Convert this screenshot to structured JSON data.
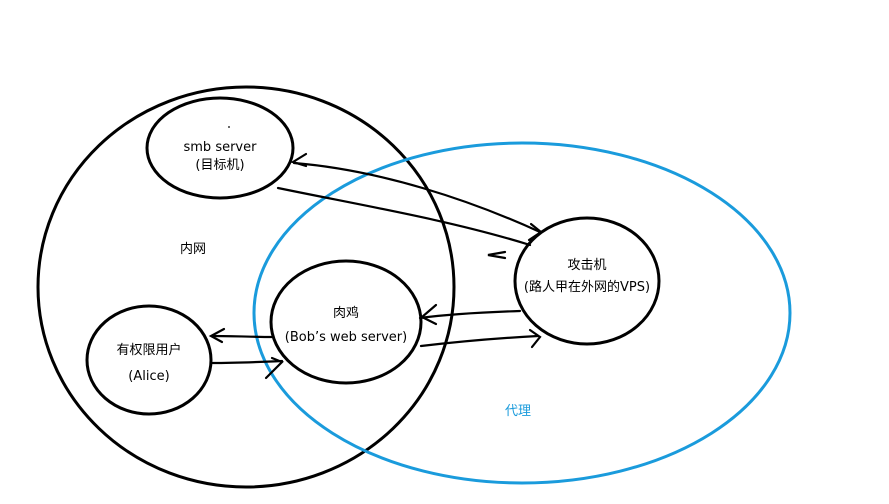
{
  "nodes": {
    "smb": {
      "line1": "smb server",
      "line2": "(目标机)"
    },
    "attacker": {
      "line1": "攻击机",
      "line2": "(路人甲在外网的VPS)"
    },
    "broiler": {
      "line1": "肉鸡",
      "line2": "(Bob’s web server)"
    },
    "privileged": {
      "line1": "有权限用户",
      "line2": "(Alice)"
    }
  },
  "zones": {
    "intranet": "内网",
    "proxy": "代理"
  },
  "colors": {
    "stroke": "#000000",
    "proxy": "#1a9bdc"
  }
}
